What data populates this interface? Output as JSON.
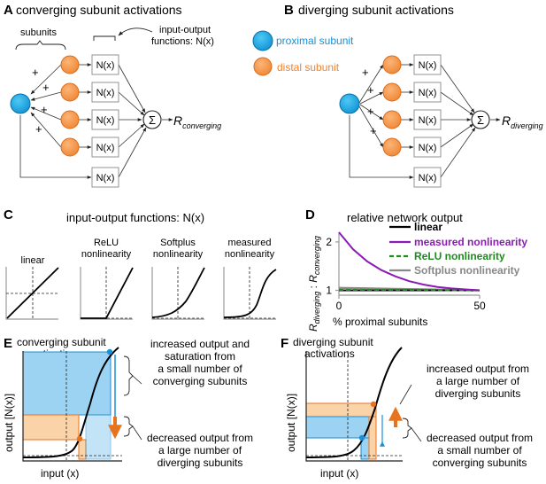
{
  "panel_a": {
    "letter": "A",
    "title": "converging subunit activations",
    "subunits_label": "subunits",
    "io_label_line1": "input-output",
    "io_label_line2": "functions: N(x)",
    "plus": "+",
    "box_label": "N(x)",
    "sum_symbol": "Σ",
    "output_main": "R",
    "output_sub": "converging"
  },
  "panel_b": {
    "letter": "B",
    "title": "diverging subunit activations",
    "legend_proximal": "proximal subunit",
    "legend_distal": "distal subunit",
    "plus": "+",
    "box_label": "N(x)",
    "sum_symbol": "Σ",
    "output_main": "R",
    "output_sub": "diverging"
  },
  "panel_c": {
    "letter": "C",
    "title": "input-output functions: N(x)",
    "panels": [
      {
        "label_line1": "linear",
        "label_line2": ""
      },
      {
        "label_line1": "ReLU",
        "label_line2": "nonlinearity"
      },
      {
        "label_line1": "Softplus",
        "label_line2": "nonlinearity"
      },
      {
        "label_line1": "measured",
        "label_line2": "nonlinearity"
      }
    ]
  },
  "panel_d": {
    "letter": "D",
    "title": "relative network output",
    "ylabel_r1": "R",
    "ylabel_sub1": "diverging",
    "ylabel_sep": " : ",
    "ylabel_r2": "R",
    "ylabel_sub2": "converging",
    "xlabel": "% proximal subunits",
    "xticks": [
      "0",
      "50"
    ],
    "yticks": [
      "1",
      "2"
    ],
    "legend": [
      {
        "name": "linear",
        "color": "#000000"
      },
      {
        "name": "measured nonlinearity",
        "color": "#8a1cb5"
      },
      {
        "name": "ReLU nonlinearity",
        "color": "#1f8a1f"
      },
      {
        "name": "Softplus nonlinearity",
        "color": "#888888"
      }
    ]
  },
  "panel_e": {
    "letter": "E",
    "title_line1": "converging subunit",
    "title_line2": "activations",
    "ylabel": "output [N(x)]",
    "xlabel": "input (x)",
    "note_up_line1": "increased output and",
    "note_up_line2": "saturation from",
    "note_up_line3": "a small number of",
    "note_up_line4": "converging subunits",
    "note_down_line1": "decreased output from",
    "note_down_line2": "a large number of",
    "note_down_line3": "diverging subunits"
  },
  "panel_f": {
    "letter": "F",
    "title_line1": "diverging subunit",
    "title_line2": "activations",
    "ylabel": "output [N(x)]",
    "xlabel": "input (x)",
    "note_up_line1": "increased output from",
    "note_up_line2": "a large number of",
    "note_up_line3": "diverging subunits",
    "note_down_line1": "decreased output from",
    "note_down_line2": "a small number of",
    "note_down_line3": "converging subunits"
  },
  "chart_data": {
    "type": "line",
    "title": "relative network output",
    "xlabel": "% proximal subunits",
    "ylabel": "R_diverging : R_converging",
    "xlim": [
      0,
      50
    ],
    "ylim": [
      0.9,
      2.2
    ],
    "series": [
      {
        "name": "linear",
        "x": [
          0,
          10,
          20,
          30,
          40,
          50
        ],
        "values": [
          1.0,
          1.0,
          1.0,
          1.0,
          1.0,
          1.0
        ]
      },
      {
        "name": "measured nonlinearity",
        "x": [
          0,
          5,
          10,
          15,
          20,
          25,
          30,
          35,
          40,
          45,
          50
        ],
        "values": [
          2.2,
          1.85,
          1.6,
          1.42,
          1.29,
          1.19,
          1.12,
          1.07,
          1.04,
          1.02,
          1.0
        ]
      },
      {
        "name": "ReLU nonlinearity",
        "x": [
          0,
          10,
          20,
          30,
          40,
          50
        ],
        "values": [
          1.01,
          1.01,
          1.01,
          1.01,
          1.0,
          1.0
        ]
      },
      {
        "name": "Softplus nonlinearity",
        "x": [
          0,
          10,
          20,
          30,
          40,
          50
        ],
        "values": [
          1.05,
          1.04,
          1.03,
          1.02,
          1.01,
          1.0
        ]
      }
    ]
  }
}
